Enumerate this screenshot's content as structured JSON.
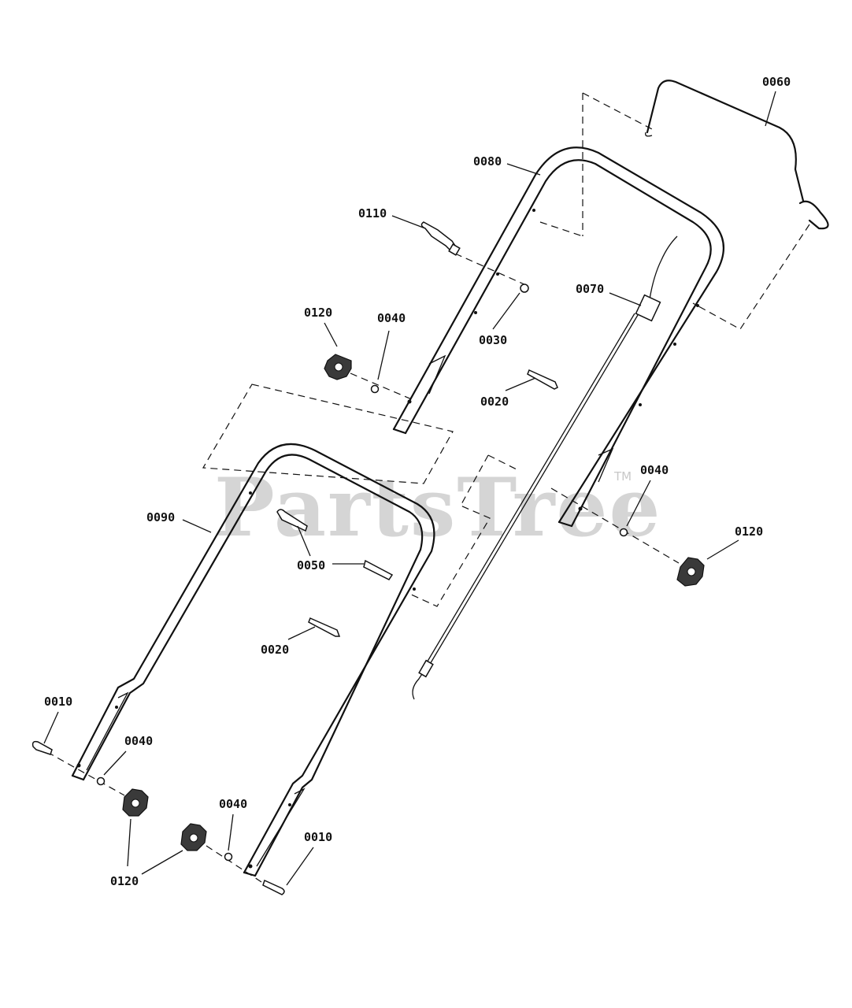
{
  "watermark": {
    "brand": "PartsTree",
    "trademark": "TM"
  },
  "callouts": [
    {
      "id": "c-0060",
      "label": "0060"
    },
    {
      "id": "c-0080",
      "label": "0080"
    },
    {
      "id": "c-0110",
      "label": "0110"
    },
    {
      "id": "c-0070",
      "label": "0070"
    },
    {
      "id": "c-0120-a",
      "label": "0120"
    },
    {
      "id": "c-0040-a",
      "label": "0040"
    },
    {
      "id": "c-0030",
      "label": "0030"
    },
    {
      "id": "c-0020-a",
      "label": "0020"
    },
    {
      "id": "c-0040-b",
      "label": "0040"
    },
    {
      "id": "c-0120-b",
      "label": "0120"
    },
    {
      "id": "c-0090",
      "label": "0090"
    },
    {
      "id": "c-0050",
      "label": "0050"
    },
    {
      "id": "c-0020-b",
      "label": "0020"
    },
    {
      "id": "c-0010-a",
      "label": "0010"
    },
    {
      "id": "c-0040-c",
      "label": "0040"
    },
    {
      "id": "c-0040-d",
      "label": "0040"
    },
    {
      "id": "c-0010-b",
      "label": "0010"
    },
    {
      "id": "c-0120-c",
      "label": "0120"
    },
    {
      "id": "c-0120-d",
      "label": "0120"
    }
  ]
}
